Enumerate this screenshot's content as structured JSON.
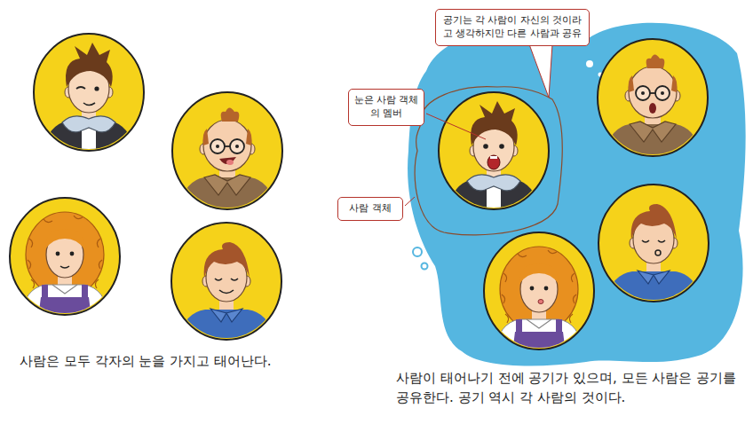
{
  "diagram": {
    "nodes": [
      {
        "text": [
          "공기는 각 사람이 자신의 것이라고 생각하지만 다른 사람과 공유"
        ]
      },
      {
        "text": [
          "눈은 사람 객체의 멤버"
        ]
      },
      {
        "text": [
          "사람 객체"
        ]
      }
    ],
    "labels": [
      "사람은 모두 각자의 눈을 가지고 태어난다.",
      "사람이 태어나기 전에 공기가 있으며, 모든 사람은 공기를 공유한다. 공기 역시 각 사람의 것이다."
    ]
  }
}
